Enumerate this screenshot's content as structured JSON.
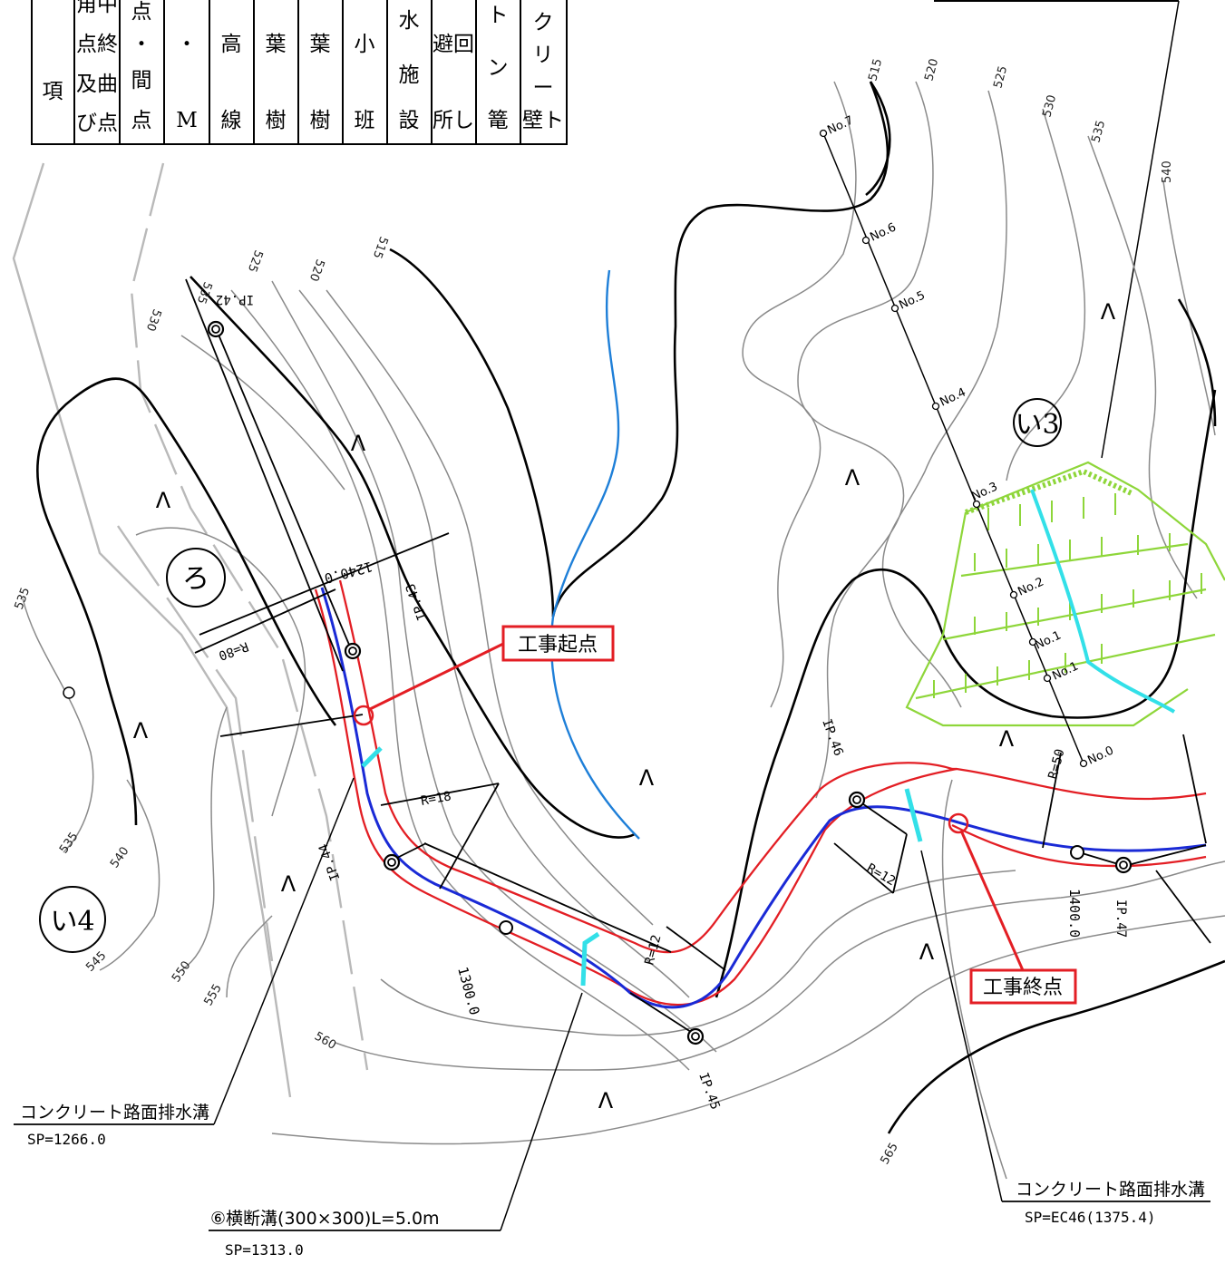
{
  "legend": {
    "columns": [
      {
        "lines": [
          "項"
        ]
      },
      {
        "lines": [
          "角中",
          "点終",
          "及曲",
          "び点"
        ]
      },
      {
        "lines": [
          "点",
          "・",
          "間",
          "点"
        ]
      },
      {
        "lines": [
          "・",
          "M"
        ]
      },
      {
        "lines": [
          "高",
          "線"
        ]
      },
      {
        "lines": [
          "葉",
          "樹"
        ]
      },
      {
        "lines": [
          "葉",
          "樹"
        ]
      },
      {
        "lines": [
          "小",
          "班"
        ]
      },
      {
        "lines": [
          "水",
          "施",
          "設"
        ]
      },
      {
        "lines": [
          "避回",
          "所し"
        ]
      },
      {
        "lines": [
          "ト",
          "ン",
          "篭"
        ]
      },
      {
        "lines": [
          "ク",
          "リ",
          "ー",
          "壁ト"
        ]
      }
    ]
  },
  "contours": {
    "left": [
      "535",
      "530",
      "525",
      "520",
      "515"
    ],
    "top": [
      "515",
      "520",
      "525",
      "530",
      "535",
      "540"
    ],
    "west": [
      "535",
      "535",
      "540",
      "545",
      "550",
      "555",
      "560",
      "565"
    ]
  },
  "ip_labels": [
    "IP.42",
    "IP.43",
    "IP.44",
    "IP.45",
    "IP.46",
    "IP.47"
  ],
  "station_labels": [
    "1240.0",
    "1300.0",
    "1400.0"
  ],
  "radius_labels": [
    "R=80",
    "R=18",
    "R=12",
    "R=12",
    "R=50"
  ],
  "survey_line": [
    "No.7",
    "No.6",
    "No.5",
    "No.4",
    "No.3",
    "No.2",
    "No.1",
    "No.1",
    "No.0"
  ],
  "zones": {
    "i3": "い3",
    "ro": "ろ",
    "i4": "い4"
  },
  "vegetation_symbol": "Λ",
  "callouts": {
    "start": "工事起点",
    "end": "工事終点"
  },
  "notes": {
    "drain_left": {
      "title": "コンクリート路面排水溝",
      "sp": "SP=1266.0"
    },
    "culvert": {
      "title": "⑥横断溝(300×300)L=5.0m",
      "sp": "SP=1313.0"
    },
    "drain_right": {
      "title": "コンクリート路面排水溝",
      "sp": "SP=EC46(1375.4)"
    }
  },
  "colors": {
    "road_edge": "#e31e24",
    "centerline": "#1a2ad6",
    "stream": "#1e7fd8",
    "drain": "#33e0e8",
    "retaining": "#8ed63a",
    "contour": "#8a8a8a"
  }
}
